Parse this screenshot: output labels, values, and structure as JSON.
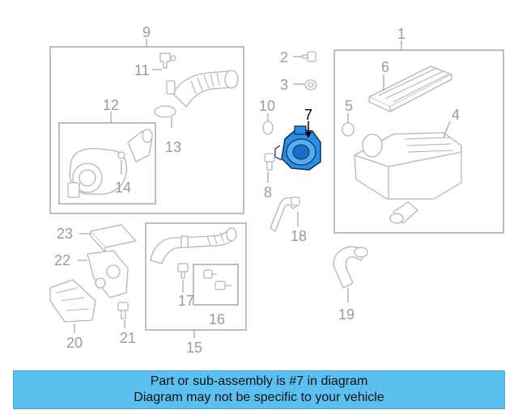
{
  "colors": {
    "banner_background": "#5bc0f0",
    "highlight_part": "#2b8ee6",
    "line_gray": "#b5b5b5",
    "label_gray": "#9a9a9a",
    "highlight_label": "#000000"
  },
  "callouts": {
    "c1": "1",
    "c2": "2",
    "c3": "3",
    "c4": "4",
    "c5": "5",
    "c6": "6",
    "c7": "7",
    "c8": "8",
    "c9": "9",
    "c10": "10",
    "c11": "11",
    "c12": "12",
    "c13": "13",
    "c14": "14",
    "c15": "15",
    "c16": "16",
    "c17": "17",
    "c18": "18",
    "c19": "19",
    "c20": "20",
    "c21": "21",
    "c22": "22",
    "c23": "23"
  },
  "highlighted_part": "7",
  "banner": {
    "line1": "Part or sub-assembly is #7 in diagram",
    "line2": "Diagram may not be specific to your vehicle"
  }
}
